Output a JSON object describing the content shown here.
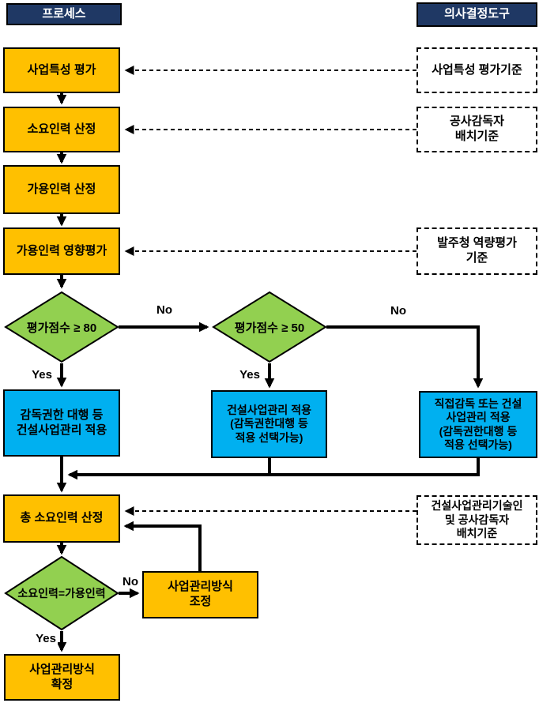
{
  "headers": {
    "process": "프로세스",
    "tools": "의사결정도구"
  },
  "steps": {
    "s1": "사업특성 평가",
    "s2": "소요인력 산정",
    "s3": "가용인력 산정",
    "s4": "가용인력 영향평가",
    "total": "총 소요인력 산정",
    "adjust": "사업관리방식\n조정",
    "confirm": "사업관리방식\n확정"
  },
  "decisions": {
    "d1": "평가점수 ≥ 80",
    "d2": "평가점수 ≥ 50",
    "d3": "소요인력=가용인력"
  },
  "outcomes": {
    "o1": "감독권한 대행 등\n건설사업관리 적용",
    "o2": "건설사업관리 적용\n(감독권한대행 등\n적용 선택가능)",
    "o3": "직접감독 또는 건설\n사업관리 적용\n(감독권한대행 등\n적용 선택가능)"
  },
  "tools": {
    "t1": "사업특성 평가기준",
    "t2": "공사감독자\n배치기준",
    "t3": "발주청 역량평가\n기준",
    "t4": "건설사업관리기술인\n및 공사감독자\n배치기준"
  },
  "labels": {
    "yes": "Yes",
    "no": "No"
  },
  "colors": {
    "navy": "#1F3864",
    "orange": "#FFC000",
    "blue": "#00B0F0",
    "green": "#92D050",
    "line": "#000000"
  }
}
